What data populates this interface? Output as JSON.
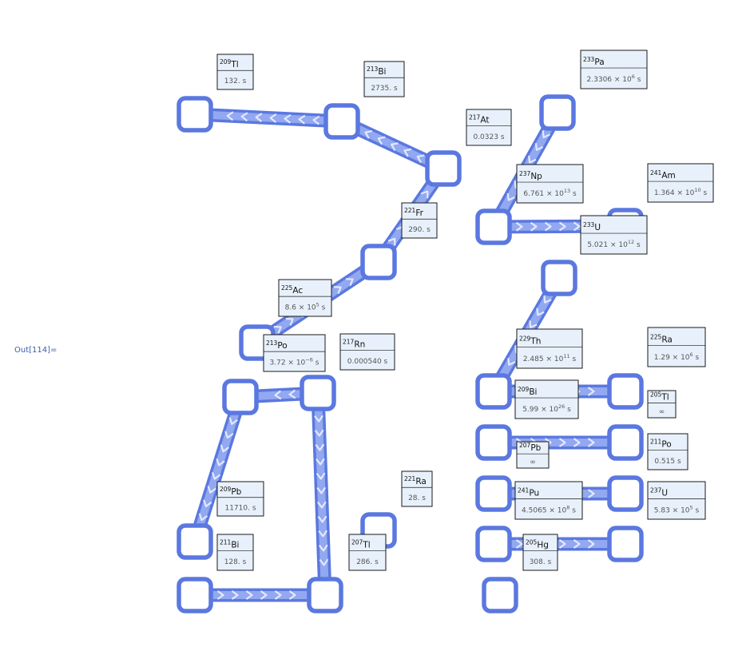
{
  "output_label": "Out[114]=",
  "colors": {
    "edge": "#5b78e0",
    "edge_inner": "#92a8f0",
    "node": "#5b78e0",
    "label_bg": "#e8f1fb"
  },
  "graph": {
    "nodes": [
      {
        "id": "Tl209",
        "mass": "209",
        "sym": "Tl",
        "half_life": "132. s"
      },
      {
        "id": "Bi213",
        "mass": "213",
        "sym": "Bi",
        "half_life": "2735. s"
      },
      {
        "id": "At217",
        "mass": "217",
        "sym": "At",
        "half_life": "0.0323 s"
      },
      {
        "id": "Fr221",
        "mass": "221",
        "sym": "Fr",
        "half_life": "290. s"
      },
      {
        "id": "Ac225",
        "mass": "225",
        "sym": "Ac",
        "half_life": "8.6 × 10",
        "half_life_exp": "5",
        "half_life_unit": " s"
      },
      {
        "id": "Po213",
        "mass": "213",
        "sym": "Po",
        "half_life": "3.72 × 10",
        "half_life_exp": "−6",
        "half_life_unit": " s"
      },
      {
        "id": "Rn217",
        "mass": "217",
        "sym": "Rn",
        "half_life": "0.000540 s"
      },
      {
        "id": "Pb209",
        "mass": "209",
        "sym": "Pb",
        "half_life": "11710. s"
      },
      {
        "id": "Bi211",
        "mass": "211",
        "sym": "Bi",
        "half_life": "128. s"
      },
      {
        "id": "Tl207",
        "mass": "207",
        "sym": "Tl",
        "half_life": "286. s"
      },
      {
        "id": "Ra221",
        "mass": "221",
        "sym": "Ra",
        "half_life": "28. s"
      },
      {
        "id": "Pa233",
        "mass": "233",
        "sym": "Pa",
        "half_life": "2.3306 × 10",
        "half_life_exp": "6",
        "half_life_unit": " s"
      },
      {
        "id": "Np237",
        "mass": "237",
        "sym": "Np",
        "half_life": "6.761 × 10",
        "half_life_exp": "13",
        "half_life_unit": " s"
      },
      {
        "id": "Am241",
        "mass": "241",
        "sym": "Am",
        "half_life": "1.364 × 10",
        "half_life_exp": "10",
        "half_life_unit": " s"
      },
      {
        "id": "U233",
        "mass": "233",
        "sym": "U",
        "half_life": "5.021 × 10",
        "half_life_exp": "12",
        "half_life_unit": " s"
      },
      {
        "id": "Th229",
        "mass": "229",
        "sym": "Th",
        "half_life": "2.485 × 10",
        "half_life_exp": "11",
        "half_life_unit": " s"
      },
      {
        "id": "Ra225",
        "mass": "225",
        "sym": "Ra",
        "half_life": "1.29 × 10",
        "half_life_exp": "6",
        "half_life_unit": " s"
      },
      {
        "id": "Bi209",
        "mass": "209",
        "sym": "Bi",
        "half_life": "5.99 × 10",
        "half_life_exp": "26",
        "half_life_unit": " s"
      },
      {
        "id": "Tl205",
        "mass": "205",
        "sym": "Tl",
        "half_life": "∞"
      },
      {
        "id": "Pb207",
        "mass": "207",
        "sym": "Pb",
        "half_life": "∞"
      },
      {
        "id": "Po211",
        "mass": "211",
        "sym": "Po",
        "half_life": "0.515 s"
      },
      {
        "id": "Pu241",
        "mass": "241",
        "sym": "Pu",
        "half_life": "4.5065 × 10",
        "half_life_exp": "8",
        "half_life_unit": " s"
      },
      {
        "id": "U237",
        "mass": "237",
        "sym": "U",
        "half_life": "5.83 × 10",
        "half_life_exp": "5",
        "half_life_unit": " s"
      },
      {
        "id": "Hg205",
        "mass": "205",
        "sym": "Hg",
        "half_life": "308. s"
      }
    ]
  }
}
